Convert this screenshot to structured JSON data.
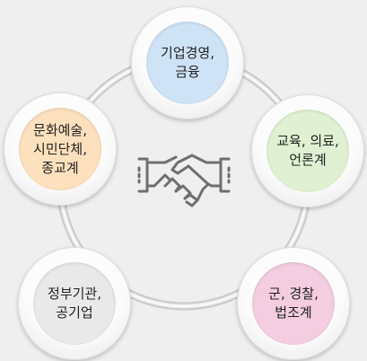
{
  "nodes": [
    {
      "label": "기업경영,\n금융",
      "color": "#cfe3f6"
    },
    {
      "label": "교육, 의료,\n언론계",
      "color": "#dff1d2"
    },
    {
      "label": "군, 경찰,\n법조계",
      "color": "#f4cde1"
    },
    {
      "label": "정부기관,\n공기업",
      "color": "#e9e9e9"
    },
    {
      "label": "문화예술,\n시민단체,\n종교계",
      "color": "#fde0bd"
    }
  ],
  "center_icon": "handshake-icon",
  "ring_color": "#d4d4d4"
}
